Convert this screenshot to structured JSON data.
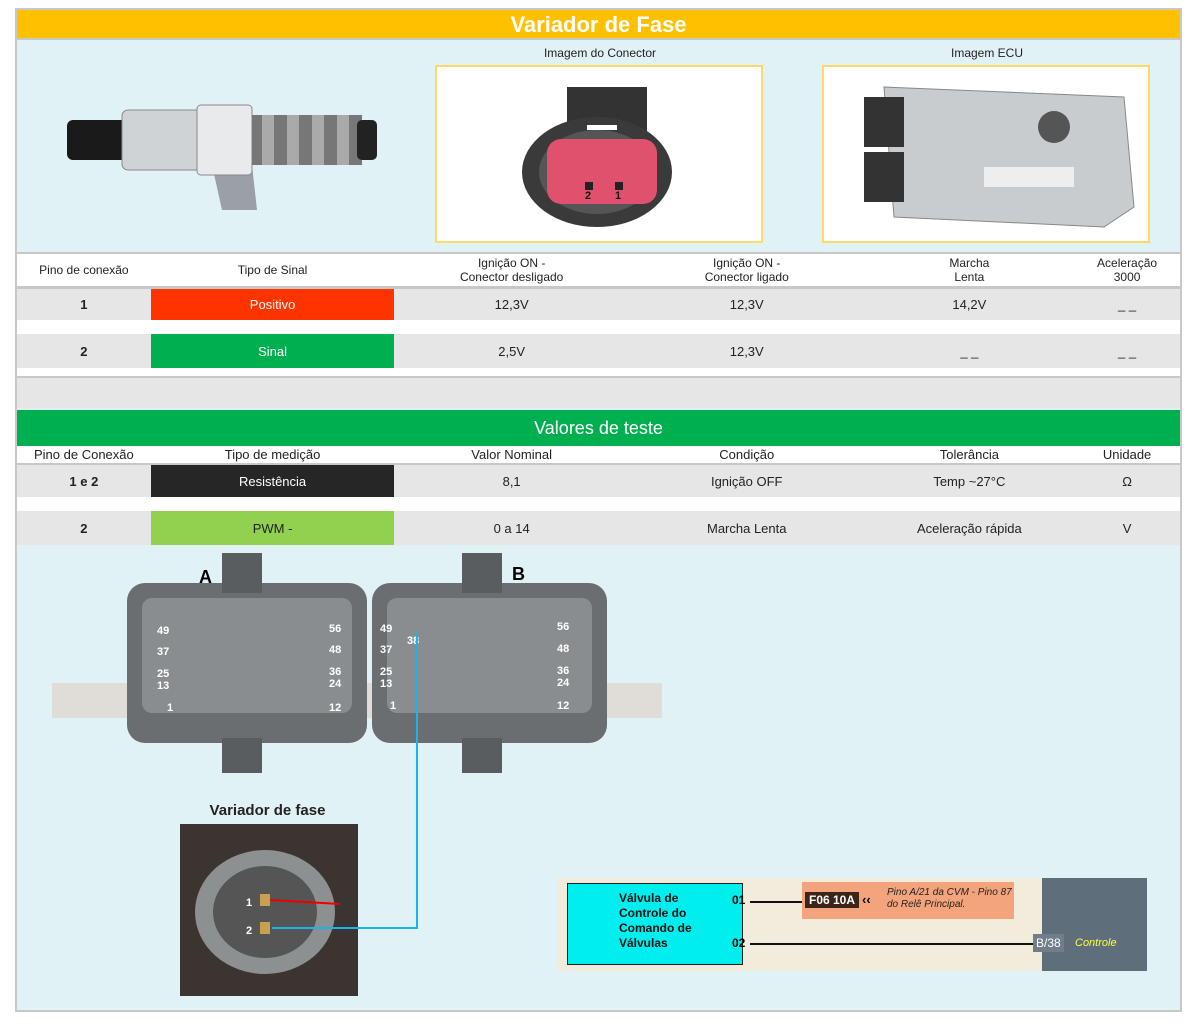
{
  "title": "Variador de Fase",
  "images": {
    "connector_caption": "Imagem do Conector",
    "ecu_caption": "Imagem ECU",
    "connector_pins": [
      "2",
      "1"
    ]
  },
  "signal_table": {
    "headers": [
      "Pino de conexão",
      "Tipo de Sinal",
      "Ignição ON -\nConector desligado",
      "Ignição ON -\nConector ligado",
      "Marcha\nLenta",
      "Aceleração\n3000"
    ],
    "rows": [
      {
        "pin": "1",
        "type": "Positivo",
        "color": "#ff3300",
        "v1": "12,3V",
        "v2": "12,3V",
        "v3": "14,2V",
        "v4": "_ _"
      },
      {
        "pin": "2",
        "type": "Sinal",
        "color": "#00b050",
        "v1": "2,5V",
        "v2": "12,3V",
        "v3": "_ _",
        "v4": "_ _"
      }
    ]
  },
  "test_section": {
    "title": "Valores de teste",
    "headers": [
      "Pino de Conexão",
      "Tipo de medição",
      "Valor Nominal",
      "Condição",
      "Tolerância",
      "Unidade"
    ],
    "rows": [
      {
        "pin": "1 e 2",
        "type": "Resistência",
        "color": "#262626",
        "nominal": "8,1",
        "condition": "Ignição OFF",
        "tolerance": "Temp ~27°C",
        "unit": "Ω"
      },
      {
        "pin": "2",
        "type": "PWM -",
        "color": "#92d050",
        "nominal": "0 a 14",
        "condition": "Marcha Lenta",
        "tolerance": "Aceleração rápida",
        "unit": "V"
      }
    ]
  },
  "ecu_connector": {
    "a": "A",
    "b": "B",
    "pins_a": [
      "49",
      "56",
      "37",
      "48",
      "25",
      "36",
      "13",
      "24",
      "1",
      "12"
    ],
    "pins_b": [
      "49",
      "56",
      "37",
      "48",
      "25",
      "36",
      "13",
      "24",
      "1",
      "12"
    ],
    "pin_38": "38"
  },
  "variador_photo": {
    "caption": "Variador de fase",
    "pin1": "1",
    "pin2": "2"
  },
  "wiring": {
    "component": "Válvula de Controle do Comando de Válvulas",
    "pin01": "01",
    "pin02": "02",
    "fuse": "F06 10A",
    "fuse_note": "Pino A/21 da CVM - Pino 87 do Relê Principal.",
    "ecu_pin": "B/38",
    "ecu_label": "Controle"
  }
}
